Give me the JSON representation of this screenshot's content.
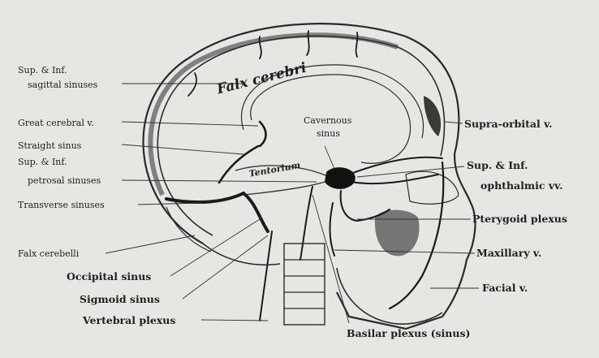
{
  "labels": {
    "falx_cerebri": "Falx cerebri",
    "tentorium": "Tentorium",
    "sup_inf_sagittal_1": "Sup. & Inf.",
    "sup_inf_sagittal_2": "sagittal sinuses",
    "great_cerebral": "Great cerebral v.",
    "straight_sinus": "Straight sinus",
    "sup_inf_petrosal_1": "Sup. & Inf.",
    "sup_inf_petrosal_2": "petrosal sinuses",
    "transverse_sinuses": "Transverse sinuses",
    "falx_cerebelli": "Falx cerebelli",
    "occipital_sinus": "Occipital sinus",
    "sigmoid_sinus": "Sigmoid sinus",
    "vertebral_plexus": "Vertebral plexus",
    "basilar_plexus": "Basilar plexus (sinus)",
    "cavernous_sinus_1": "Cavernous",
    "cavernous_sinus_2": "sinus",
    "supra_orbital": "Supra-orbital v.",
    "ophthalmic_1": "Sup. & Inf.",
    "ophthalmic_2": "ophthalmic vv.",
    "pterygoid_plexus": "Pterygoid plexus",
    "maxillary": "Maxillary v.",
    "facial": "Facial v."
  }
}
